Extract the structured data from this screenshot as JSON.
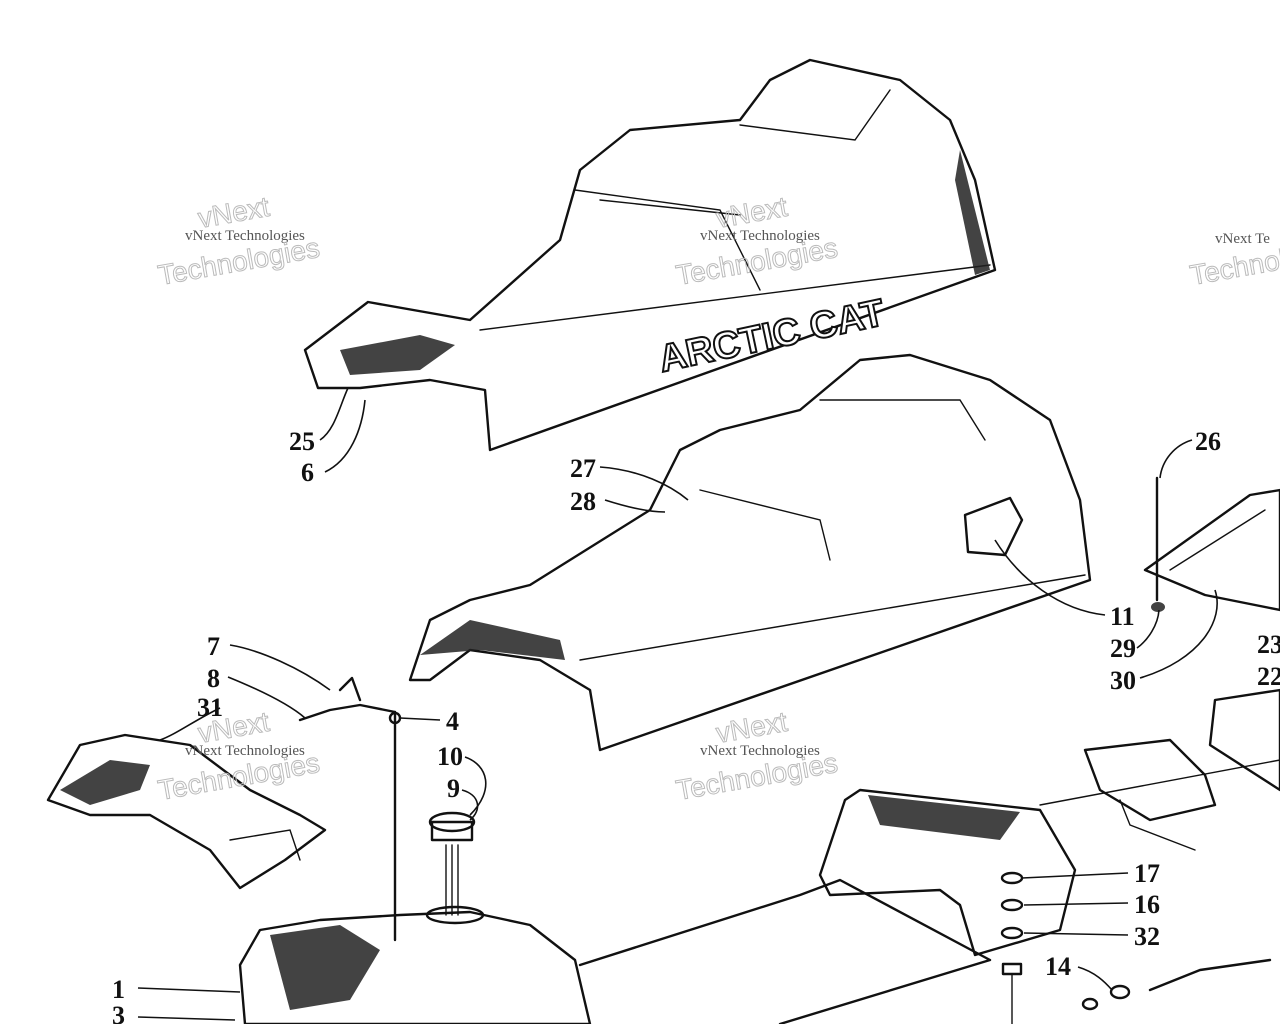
{
  "callouts": {
    "c1": "1",
    "c3": "3",
    "c4": "4",
    "c6": "6",
    "c7": "7",
    "c8": "8",
    "c9": "9",
    "c10": "10",
    "c11": "11",
    "c14": "14",
    "c16": "16",
    "c17": "17",
    "c22": "22",
    "c23": "23",
    "c25": "25",
    "c26": "26",
    "c27": "27",
    "c28": "28",
    "c29": "29",
    "c30": "30",
    "c31": "31",
    "c32": "32"
  },
  "logo_text": "ARCTIC CAT",
  "watermark": {
    "line1": "vNext Technologies",
    "line2": "vNext",
    "line3": "Technologies",
    "partial": "vNext Te"
  }
}
